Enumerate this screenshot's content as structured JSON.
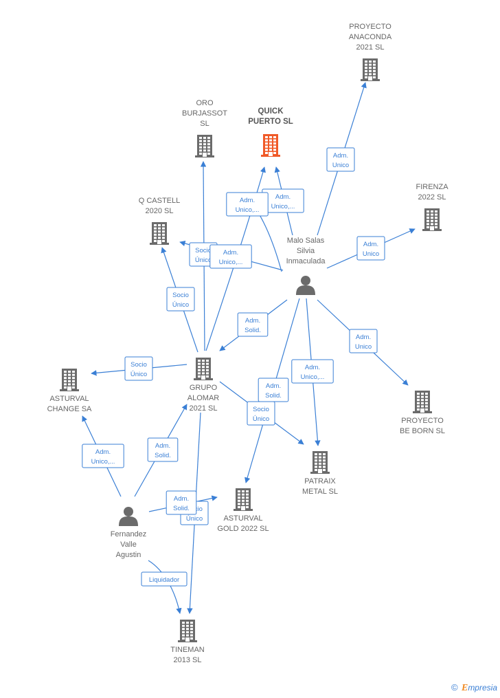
{
  "colors": {
    "edge": "#3a7fd5",
    "building": "#6b6b6b",
    "focus_building": "#f05a28",
    "person": "#6b6b6b"
  },
  "nodes": [
    {
      "id": "proyecto-anaconda",
      "type": "company",
      "lines": [
        "PROYECTO",
        "ANACONDA",
        "2021  SL"
      ]
    },
    {
      "id": "oro-burjassot",
      "type": "company",
      "lines": [
        "ORO",
        "BURJASSOT",
        "SL"
      ]
    },
    {
      "id": "quick-puerto",
      "type": "company",
      "focus": true,
      "lines": [
        "QUICK",
        "PUERTO  SL"
      ]
    },
    {
      "id": "firenza",
      "type": "company",
      "lines": [
        "FIRENZA",
        "2022  SL"
      ]
    },
    {
      "id": "q-castell",
      "type": "company",
      "lines": [
        "Q CASTELL",
        "2020  SL"
      ]
    },
    {
      "id": "malo-salas",
      "type": "person",
      "lines": [
        "Malo Salas",
        "Silvia",
        "Inmaculada"
      ]
    },
    {
      "id": "grupo-alomar",
      "type": "company",
      "lines": [
        "GRUPO",
        "ALOMAR",
        "2021  SL"
      ]
    },
    {
      "id": "asturval-change",
      "type": "company",
      "lines": [
        "ASTURVAL",
        "CHANGE SA"
      ]
    },
    {
      "id": "proyecto-be-born",
      "type": "company",
      "lines": [
        "PROYECTO",
        "BE BORN  SL"
      ]
    },
    {
      "id": "patraix-metal",
      "type": "company",
      "lines": [
        "PATRAIX",
        "METAL  SL"
      ]
    },
    {
      "id": "asturval-gold",
      "type": "company",
      "lines": [
        "ASTURVAL",
        "GOLD 2022  SL"
      ]
    },
    {
      "id": "fernandez-valle",
      "type": "person",
      "lines": [
        "Fernandez",
        "Valle",
        "Agustin"
      ]
    },
    {
      "id": "tineman",
      "type": "company",
      "lines": [
        "TINEMAN",
        "2013 SL"
      ]
    }
  ],
  "edge_labels": [
    {
      "id": "malo-anaconda",
      "lines": [
        "Adm.",
        "Unico"
      ]
    },
    {
      "id": "malo-firenza",
      "lines": [
        "Adm.",
        "Unico"
      ]
    },
    {
      "id": "malo-quick-a",
      "lines": [
        "Adm.",
        "Unico,..."
      ]
    },
    {
      "id": "malo-quick-b",
      "lines": [
        "Adm.",
        "Unico,..."
      ]
    },
    {
      "id": "grupo-oro",
      "lines": [
        "Socio",
        "Único"
      ]
    },
    {
      "id": "grupo-quick",
      "lines": [
        "Adm.",
        "Unico,..."
      ]
    },
    {
      "id": "grupo-qcastell",
      "lines": [
        "Socio",
        "Único"
      ]
    },
    {
      "id": "malo-grupo",
      "lines": [
        "Adm.",
        "Solid."
      ]
    },
    {
      "id": "malo-beborn",
      "lines": [
        "Adm.",
        "Unico"
      ]
    },
    {
      "id": "malo-patraix",
      "lines": [
        "Adm.",
        "Unico,..."
      ]
    },
    {
      "id": "malo-gold",
      "lines": [
        "Adm.",
        "Solid."
      ]
    },
    {
      "id": "grupo-patraix",
      "lines": [
        "Socio",
        "Único"
      ]
    },
    {
      "id": "grupo-change",
      "lines": [
        "Socio",
        "Único"
      ]
    },
    {
      "id": "fern-change",
      "lines": [
        "Adm.",
        "Unico,..."
      ]
    },
    {
      "id": "fern-grupo",
      "lines": [
        "Adm.",
        "Solid."
      ]
    },
    {
      "id": "grupo-tineman",
      "lines": [
        "Socio",
        "Único"
      ]
    },
    {
      "id": "fern-gold",
      "lines": [
        "Adm.",
        "Solid."
      ]
    },
    {
      "id": "fern-tineman",
      "lines": [
        "Liquidador"
      ]
    }
  ],
  "footer": {
    "copyright": "©",
    "brand_initial": "E",
    "brand_rest": "mpresia"
  }
}
